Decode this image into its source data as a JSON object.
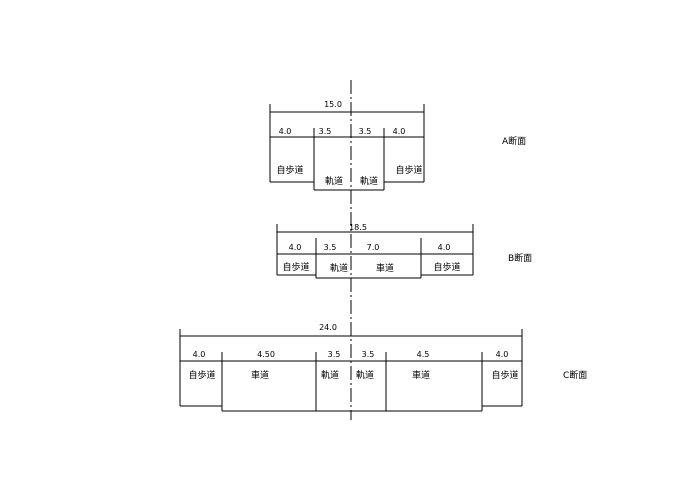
{
  "sections": [
    {
      "id": "A",
      "name": "A断面",
      "total": "15.0",
      "segments": [
        {
          "width": "4.0",
          "label": "自歩道"
        },
        {
          "width": "3.5",
          "label": "軌道"
        },
        {
          "width": "3.5",
          "label": "軌道"
        },
        {
          "width": "4.0",
          "label": "自歩道"
        }
      ]
    },
    {
      "id": "B",
      "name": "B断面",
      "total": "18.5",
      "segments": [
        {
          "width": "4.0",
          "label": "自歩道"
        },
        {
          "width": "3.5",
          "label": "軌道"
        },
        {
          "width": "7.0",
          "label": "車道"
        },
        {
          "width": "4.0",
          "label": "自歩道"
        }
      ]
    },
    {
      "id": "C",
      "name": "C断面",
      "total": "24.0",
      "segments": [
        {
          "width": "4.0",
          "label": "自歩道"
        },
        {
          "width": "4.50",
          "label": "車道"
        },
        {
          "width": "3.5",
          "label": "軌道"
        },
        {
          "width": "3.5",
          "label": "軌道"
        },
        {
          "width": "4.5",
          "label": "車道"
        },
        {
          "width": "4.0",
          "label": "自歩道"
        }
      ]
    }
  ]
}
